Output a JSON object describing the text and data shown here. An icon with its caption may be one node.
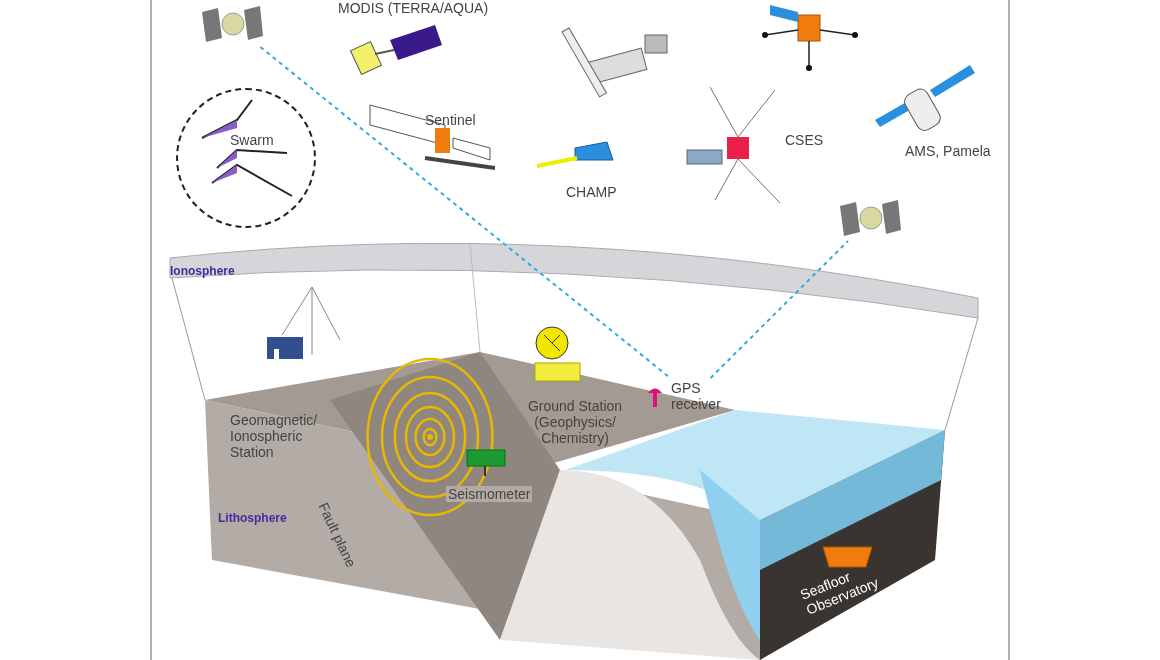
{
  "diagram": {
    "nodes": [
      {
        "text": [],
        "shape": "picture"
      },
      {
        "text": [],
        "shape": "picture"
      },
      {
        "text": [
          "GPS receiver"
        ]
      },
      {
        "text": [
          "Swarm"
        ]
      }
    ],
    "edges": [
      {
        "from": 0,
        "to": 2,
        "arrow": "none",
        "style": "dashed",
        "color": "#33aadd"
      },
      {
        "from": 2,
        "to": 1,
        "arrow": "none",
        "style": "dashed",
        "color": "#33aadd"
      }
    ],
    "labels": [
      "MODIS (TERRA/AQUA)",
      "Sentinel",
      "CSES",
      "CHAMP",
      "AMS, Pamela",
      "Ionosphere",
      "Ground Station (Geophysics/ Chemistry)",
      "Geomagnetic/ Ionospheric Station",
      "Fault plane",
      "Seismometer",
      "Lithosphere",
      "Seafloor Observatory"
    ]
  }
}
